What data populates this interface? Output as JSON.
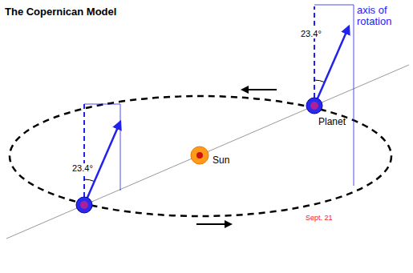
{
  "diagram": {
    "title": "The Copernican Model",
    "labels": [
      "23.4°",
      "axis of rotation",
      "Planet",
      "Sun",
      "23.4°",
      "Sept. 21"
    ]
  }
}
